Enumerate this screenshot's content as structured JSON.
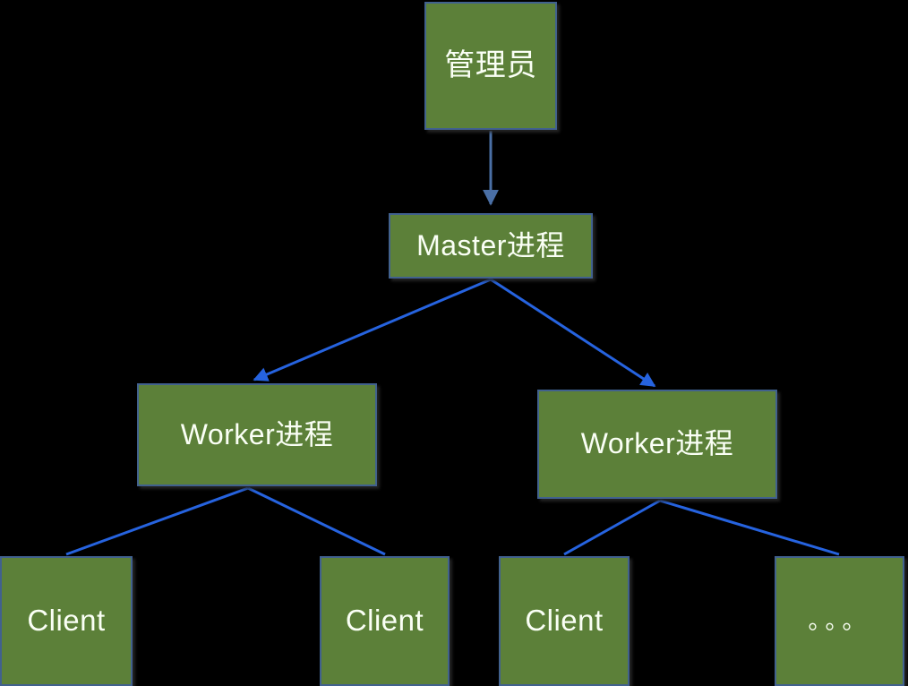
{
  "diagram": {
    "type": "hierarchy-tree",
    "background_color": "#000000",
    "node_fill_color": "#5C8039",
    "node_border_color": "#41618E",
    "node_text_color": "#FAFFF5",
    "arrow_color_primary": "#4A6FA5",
    "arrow_color_branch": "#2663DF",
    "nodes": [
      {
        "id": "admin",
        "label": "管理员"
      },
      {
        "id": "master",
        "label": "Master进程"
      },
      {
        "id": "worker_left",
        "label": "Worker进程"
      },
      {
        "id": "worker_right",
        "label": "Worker进程"
      },
      {
        "id": "client_1",
        "label": "Client"
      },
      {
        "id": "client_2",
        "label": "Client"
      },
      {
        "id": "client_3",
        "label": "Client"
      },
      {
        "id": "more",
        "label": "。。。"
      }
    ],
    "edges": [
      {
        "from": "admin",
        "to": "master",
        "arrowhead": true
      },
      {
        "from": "master",
        "to": "worker_left",
        "arrowhead": true
      },
      {
        "from": "master",
        "to": "worker_right",
        "arrowhead": true
      },
      {
        "from": "worker_left",
        "to": "client_1",
        "arrowhead": false
      },
      {
        "from": "worker_left",
        "to": "client_2",
        "arrowhead": false
      },
      {
        "from": "worker_right",
        "to": "client_3",
        "arrowhead": false
      },
      {
        "from": "worker_right",
        "to": "more",
        "arrowhead": false
      }
    ]
  }
}
